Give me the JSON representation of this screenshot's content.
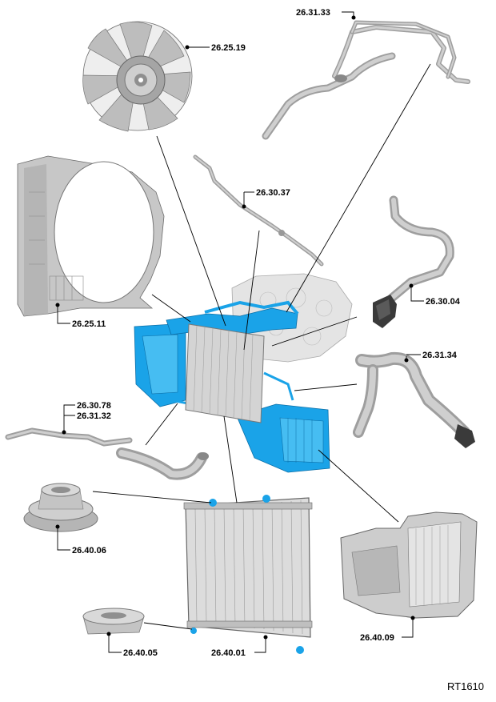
{
  "diagram": {
    "reference_code": "RT1610",
    "callouts": [
      {
        "id": "fan",
        "label": "26.25.19"
      },
      {
        "id": "coolant-pipe-upper",
        "label": "26.31.33"
      },
      {
        "id": "bleed-pipe",
        "label": "26.30.37"
      },
      {
        "id": "fan-cowl",
        "label": "26.25.11"
      },
      {
        "id": "hose-with-sensor",
        "label": "26.30.04"
      },
      {
        "id": "bottom-hose",
        "label": "26.31.34"
      },
      {
        "id": "coolant-pipe-lower-a",
        "label": "26.30.78"
      },
      {
        "id": "coolant-pipe-lower-b",
        "label": "26.31.32"
      },
      {
        "id": "upper-mount",
        "label": "26.40.06"
      },
      {
        "id": "lower-mount",
        "label": "26.40.05"
      },
      {
        "id": "radiator",
        "label": "26.40.01"
      },
      {
        "id": "intercooler-duct",
        "label": "26.40.09"
      }
    ],
    "colors": {
      "highlight": "#1aa3e8",
      "part_grey": "#c7c7c7",
      "leader": "#000000"
    }
  }
}
